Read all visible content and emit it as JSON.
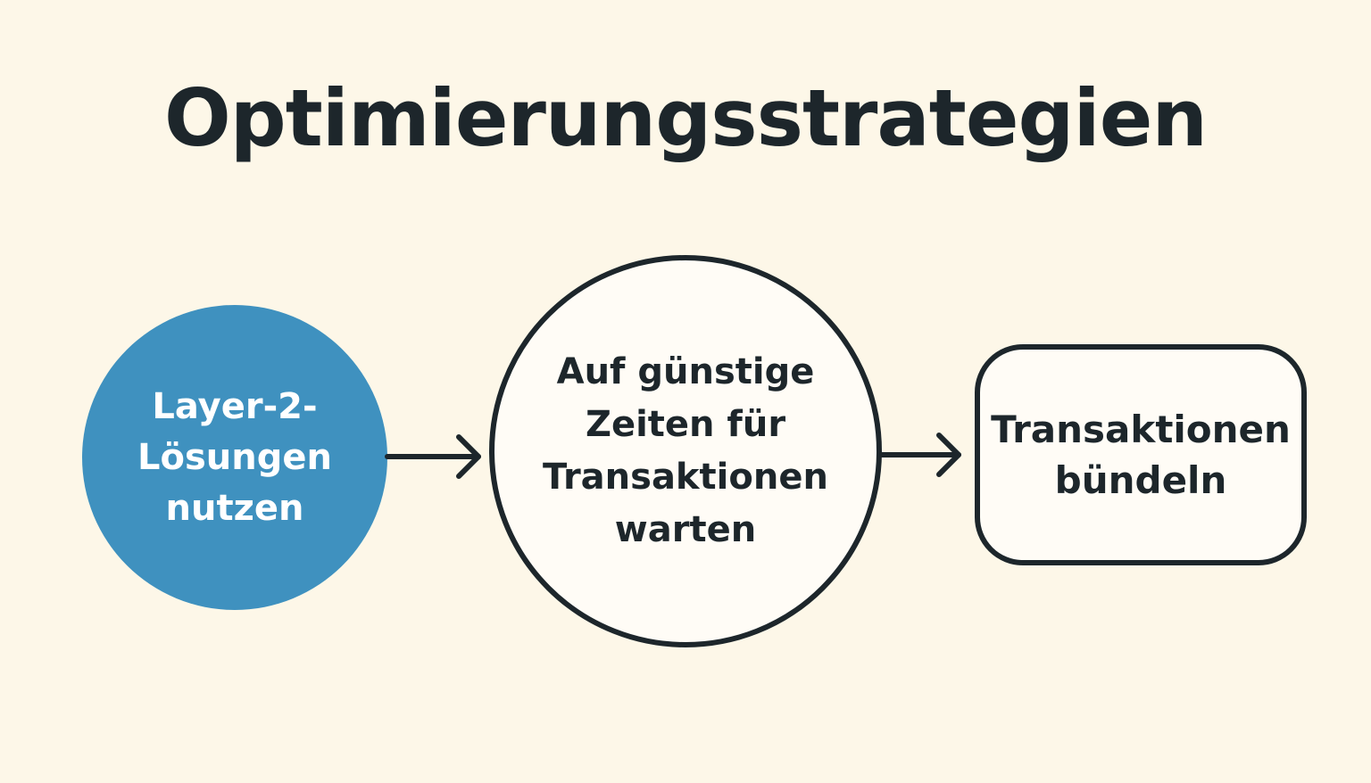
{
  "title": "Optimierungsstrategien",
  "nodes": [
    {
      "label": "Layer-2-Lösungen nutzen",
      "shape": "circle",
      "fill": "#3f91bf",
      "text_color": "#ffffff"
    },
    {
      "label": "Auf günstige Zeiten für Transaktionen warten",
      "shape": "circle",
      "fill": "#fffcf6",
      "text_color": "#1d262b"
    },
    {
      "label": "Transaktionen bündeln",
      "shape": "rounded-rectangle",
      "fill": "#fffcf6",
      "text_color": "#1d262b"
    }
  ],
  "colors": {
    "background": "#fdf7e8",
    "ink": "#1d262b",
    "accent": "#3f91bf"
  }
}
